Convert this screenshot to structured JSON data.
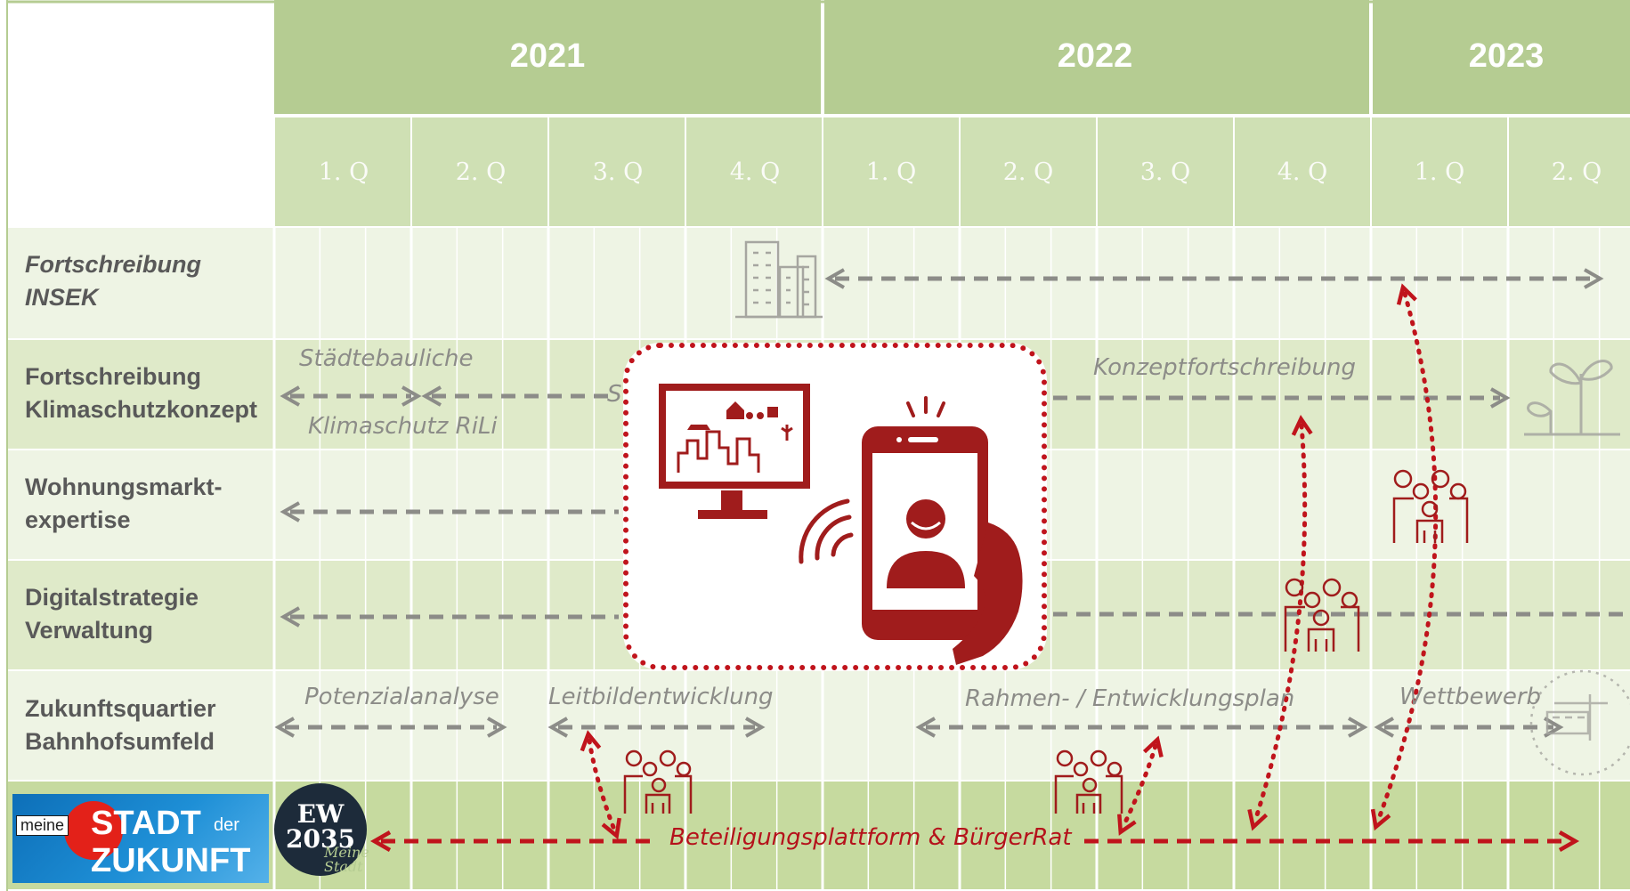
{
  "years": [
    "2021",
    "2022",
    "2023"
  ],
  "quarters": [
    "1. Q",
    "2. Q",
    "3. Q",
    "4. Q",
    "1. Q",
    "2. Q",
    "3. Q",
    "4. Q",
    "1. Q",
    "2. Q"
  ],
  "rows": [
    {
      "line1": "Fortschreibung",
      "line2": "INSEK",
      "italic": true
    },
    {
      "line1": "Fortschreibung",
      "line2": "Klimaschutzkonzept",
      "italic": false
    },
    {
      "line1": "Wohnungsmarkt-",
      "line2": "expertise",
      "italic": false
    },
    {
      "line1": "Digitalstrategie",
      "line2": "Verwaltung",
      "italic": false
    },
    {
      "line1": "Zukunftsquartier",
      "line2": "Bahnhofsumfeld",
      "italic": false
    }
  ],
  "annotations": {
    "staedtebauliche": "Städtebauliche",
    "klimaschutz_rili": "Klimaschutz RiLi",
    "staedtebauliche_fragment": "S",
    "konzeptfortschreibung": "Konzeptfortschreibung",
    "potenzialanalyse": "Potenzialanalyse",
    "leitbildentwicklung": "Leitbildentwicklung",
    "rahmenplan": "Rahmen- / Entwicklungsplan",
    "wettbewerb": "Wettbewerb",
    "beteiligung": "Beteiligungsplattform & BürgerRat"
  },
  "logos": {
    "stadt_meine": "meine",
    "stadt_main": "STADT",
    "stadt_der": "der",
    "stadt_zukunft": "ZUKUNFT",
    "ew_top": "EW",
    "ew_year": "2035",
    "ew_script": "Meine Stadt"
  },
  "colors": {
    "header_green": "#b5cc92",
    "quarter_green": "#cfe0b4",
    "row_light": "#eef4e4",
    "row_mid": "#dfeac9",
    "bottom_row": "#c6da9f",
    "arrow_gray": "#8c8c88",
    "accent_red": "#b5121b"
  },
  "icons": [
    "building-icon",
    "monitor-city-icon",
    "smartphone-person-icon",
    "wifi-signal-icon",
    "people-group-icon",
    "sprout-icon",
    "train-station-icon"
  ]
}
